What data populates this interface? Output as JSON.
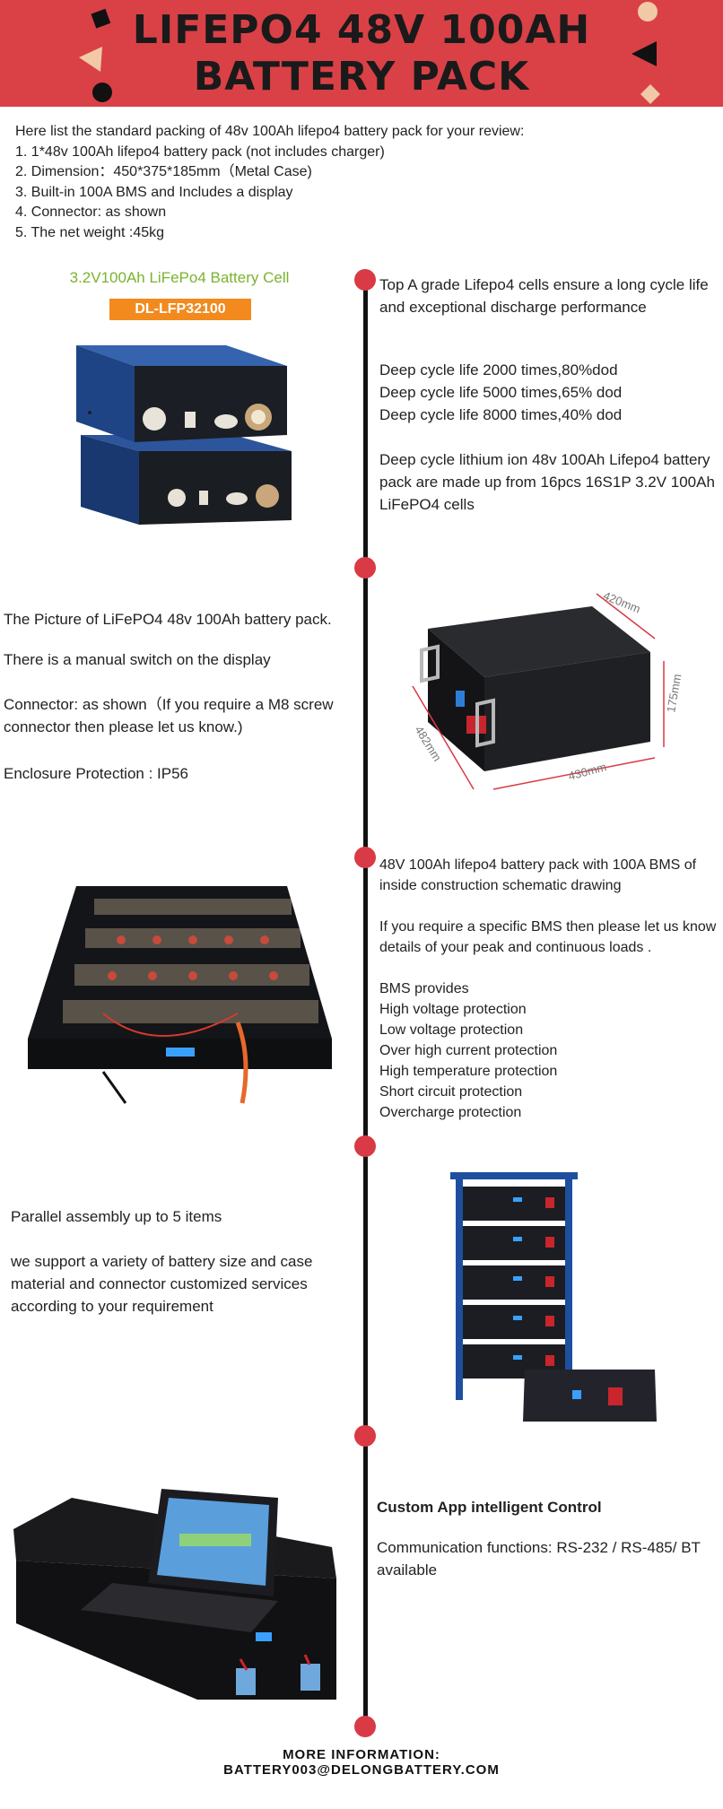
{
  "header": {
    "title_line1": "LIFEPO4 48V 100AH",
    "title_line2": "BATTERY PACK",
    "bg_color": "#d94147"
  },
  "intro": {
    "lines": [
      "Here list the standard packing of 48v 100Ah lifepo4 battery pack for your review:",
      "1. 1*48v 100Ah lifepo4 battery pack (not includes charger)",
      "2. Dimension：450*375*185mm（Metal Case)",
      "3. Built-in 100A BMS and Includes a display",
      "4. Connector: as shown",
      "5. The net weight :45kg"
    ]
  },
  "section1": {
    "cell_title": "3.2V100Ah LiFePo4 Battery Cell",
    "cell_model": "DL-LFP32100",
    "text1": "Top A grade Lifepo4 cells ensure a long cycle life and exceptional discharge performance",
    "cycle1": "Deep cycle life 2000 times,80%dod",
    "cycle2": "Deep cycle life 5000 times,65% dod",
    "cycle3": "Deep cycle life 8000 times,40% dod",
    "text2": "Deep cycle lithium ion 48v 100Ah Lifepo4 battery pack are made up from 16pcs 16S1P 3.2V 100Ah LiFePO4 cells"
  },
  "section2": {
    "line1": "The Picture of LiFePO4 48v 100Ah battery pack.",
    "line2": "There is a manual switch on the display",
    "line3": "Connector: as shown（If you require a M8 screw connector then please let us know.)",
    "line4": "Enclosure Protection : IP56",
    "dim_top": "420mm",
    "dim_right": "175mm",
    "dim_left": "482mm",
    "dim_bottom": "430mm"
  },
  "section3": {
    "line1": "48V 100Ah lifepo4 battery pack with 100A BMS of inside construction schematic drawing",
    "line2": "If you require a specific BMS then please let us know details of your peak and continuous loads .",
    "bms_title": "BMS provides",
    "bms_items": [
      "High voltage protection",
      "Low voltage protection",
      "Over high current protection",
      "High temperature protection",
      "Short circuit protection",
      "Overcharge protection"
    ]
  },
  "section4": {
    "line1": "Parallel assembly up to 5 items",
    "line2": "we support a variety of battery size and case material and connector customized services according to your requirement"
  },
  "section5": {
    "heading": "Custom App intelligent Control",
    "line1": "Communication functions: RS-232 / RS-485/ BT available"
  },
  "footer": {
    "line1": "MORE INFORMATION:",
    "line2": "BATTERY003@DELONGBATTERY.COM"
  },
  "colors": {
    "accent_red": "#d93a45",
    "cell_title_green": "#7ab32e",
    "model_badge_orange": "#f28a1e"
  }
}
